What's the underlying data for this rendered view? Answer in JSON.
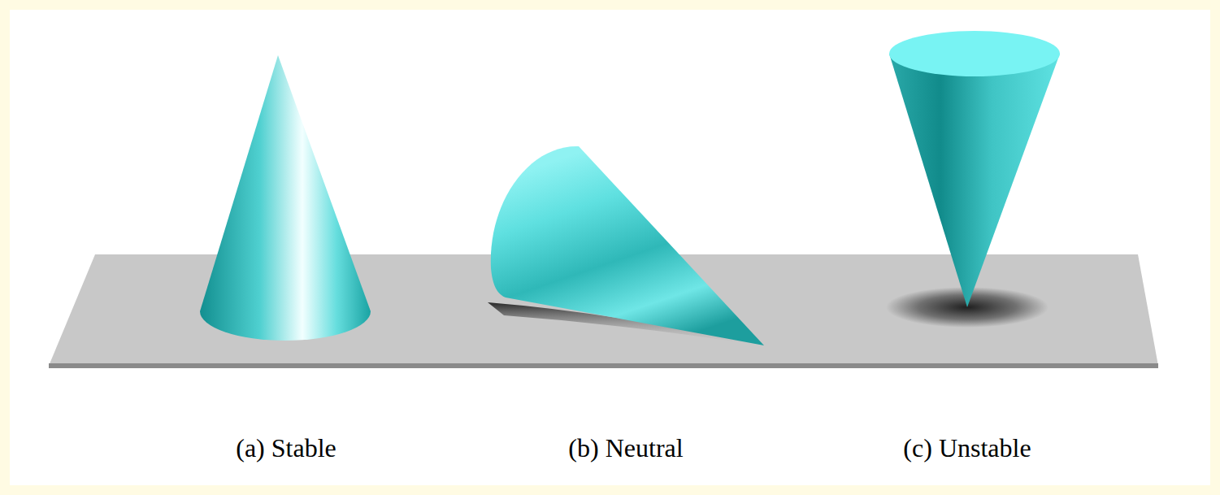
{
  "diagram": {
    "labels": [
      "(a) Stable",
      "(b) Neutral",
      "(c) Unstable"
    ]
  }
}
